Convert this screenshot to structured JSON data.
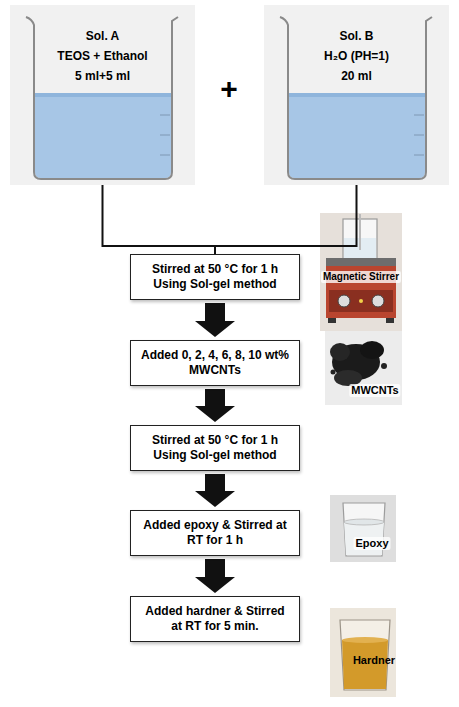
{
  "diagram": {
    "nodes": [
      {
        "text": [
          "Sol. A",
          "TEOS + Ethanol",
          "5 ml+5 ml"
        ]
      },
      {
        "text": [
          "Sol.  B",
          "H₂O (PH=1)",
          "20 ml"
        ]
      },
      {
        "text": [
          "Stirred at 50 °C for 1 h Using Sol-gel method"
        ]
      },
      {
        "text": [
          "Added 0, 2, 4, 6, 8, 10 wt% MWCNTs"
        ]
      },
      {
        "text": [
          "Stirred at 50 °C for 1 h Using Sol-gel method"
        ]
      },
      {
        "text": [
          "Added epoxy & Stirred at RT for 1 h"
        ]
      },
      {
        "text": [
          "Added hardner & Stirred at RT for 5 min."
        ]
      }
    ],
    "edges": [
      {
        "from": 0,
        "to": 2,
        "arrow": "none"
      },
      {
        "from": 1,
        "to": 2,
        "arrow": "none"
      },
      {
        "from": 2,
        "to": 3,
        "arrow": "to"
      },
      {
        "from": 3,
        "to": 4,
        "arrow": "to"
      },
      {
        "from": 4,
        "to": 5,
        "arrow": "to"
      },
      {
        "from": 5,
        "to": 6,
        "arrow": "to"
      }
    ],
    "labels": [
      "+",
      "Magnetic Stirrer",
      "MWCNTs",
      "Epoxy",
      "Hardner"
    ]
  }
}
